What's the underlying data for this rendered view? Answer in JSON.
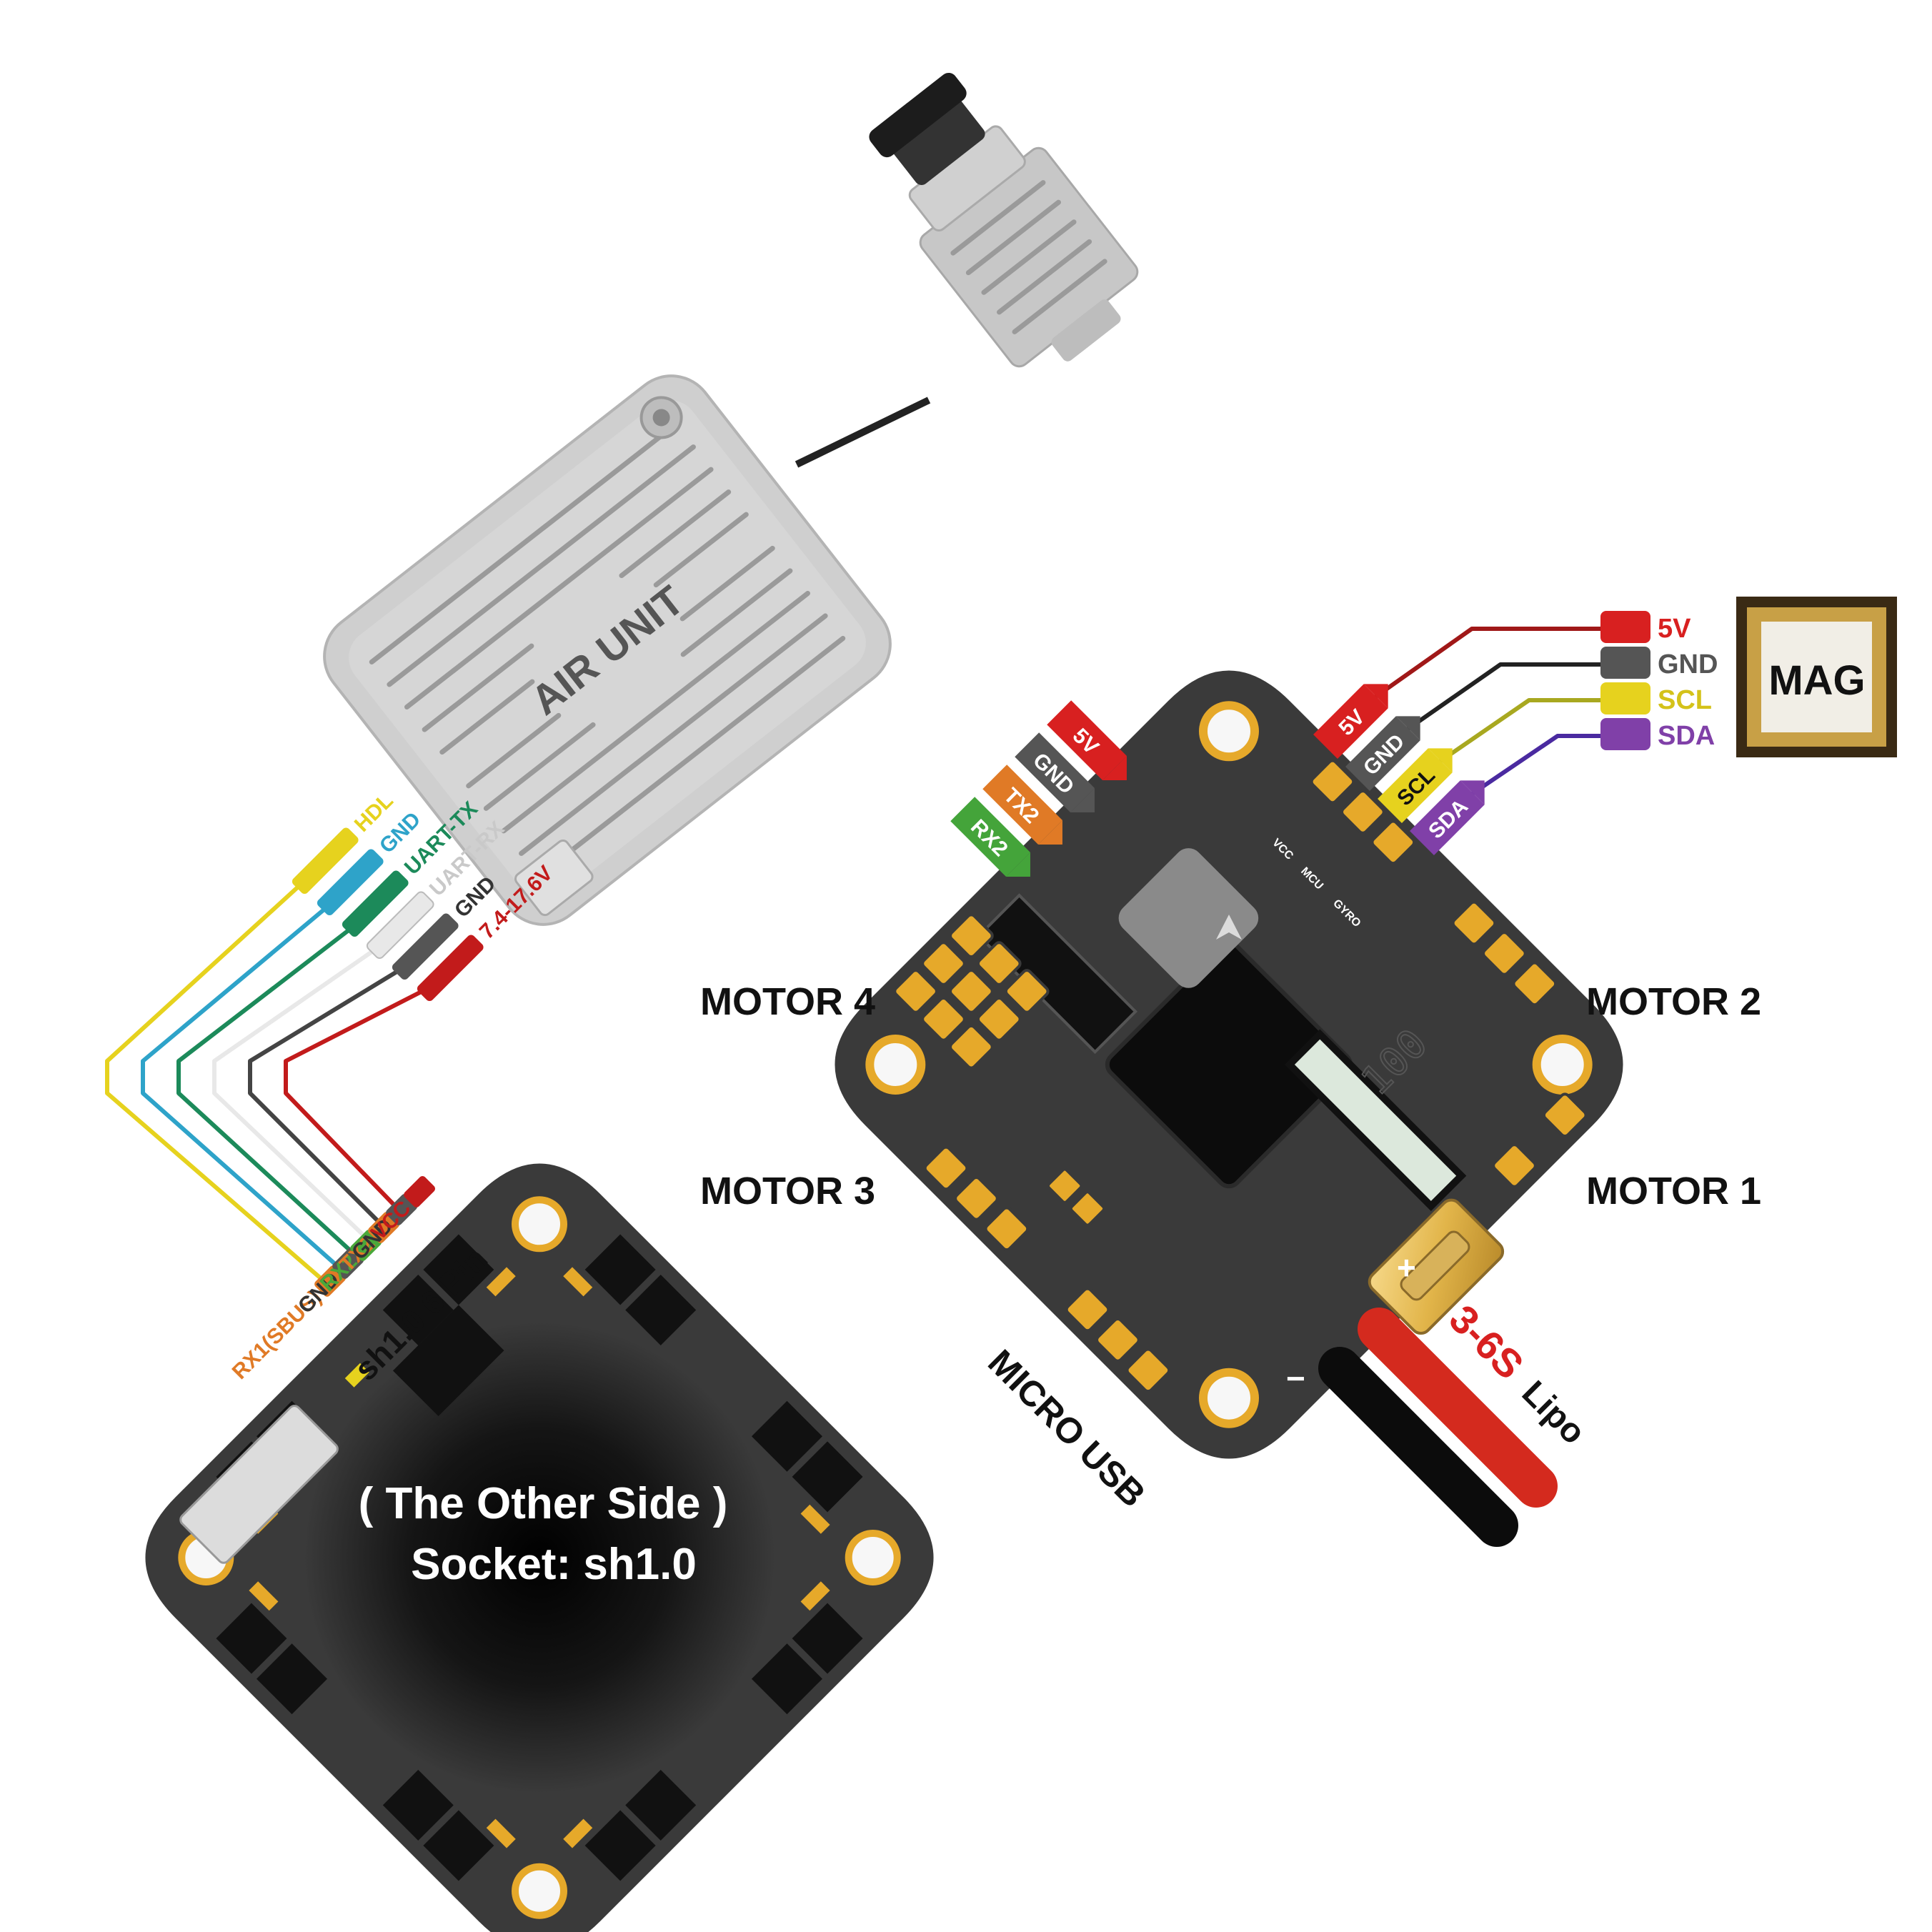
{
  "air_unit": {
    "label": "AIR UNIT",
    "wires": [
      {
        "label": "HDL",
        "color": "#e6d21e"
      },
      {
        "label": "GND",
        "color": "#2ea3c9"
      },
      {
        "label": "UART-TX",
        "color": "#1c8a5a"
      },
      {
        "label": "UART-RX",
        "color": "#e8e8e8"
      },
      {
        "label": "GND",
        "color": "#555555"
      },
      {
        "label": "7.4-17.6V",
        "color": "#c21b1b"
      }
    ]
  },
  "back_board": {
    "connector_label": "sh1.0 6 Pin",
    "note_line1": "( The Other Side )",
    "note_line2": "Socket: sh1.0",
    "pins": [
      {
        "label": "RX1(SBUS)",
        "color": "#e07a26"
      },
      {
        "label": "GND",
        "color": "#555555"
      },
      {
        "label": "RX2",
        "color": "#4aa83a"
      },
      {
        "label": "TX2",
        "color": "#e07a26"
      },
      {
        "label": "GND",
        "color": "#555555"
      },
      {
        "label": "VCC",
        "color": "#c21b1b"
      }
    ]
  },
  "front_board": {
    "uart_pads": [
      {
        "label": "5V",
        "color": "#d82020"
      },
      {
        "label": "GND",
        "color": "#555555"
      },
      {
        "label": "TX2",
        "color": "#e07a26"
      },
      {
        "label": "RX2",
        "color": "#44a43a"
      }
    ],
    "i2c_pads": [
      {
        "label": "5V",
        "color": "#d82020"
      },
      {
        "label": "GND",
        "color": "#555555"
      },
      {
        "label": "SCL",
        "color": "#e6d21e"
      },
      {
        "label": "SDA",
        "color": "#8040a8"
      }
    ],
    "led_labels": [
      "VCC",
      "MCU",
      "GYRO"
    ],
    "inductor_label": "100",
    "motors": [
      "MOTOR 4",
      "MOTOR 2",
      "MOTOR 3",
      "MOTOR 1"
    ],
    "usb_label": "MICRO USB",
    "battery": {
      "range": "3-6S",
      "type": "Lipo",
      "plus": "+",
      "minus": "−"
    }
  },
  "mag": {
    "label": "MAG",
    "pins": [
      {
        "label": "5V",
        "color": "#d82020"
      },
      {
        "label": "GND",
        "color": "#555555"
      },
      {
        "label": "SCL",
        "color": "#e6d21e"
      },
      {
        "label": "SDA",
        "color": "#8040a8"
      }
    ]
  }
}
